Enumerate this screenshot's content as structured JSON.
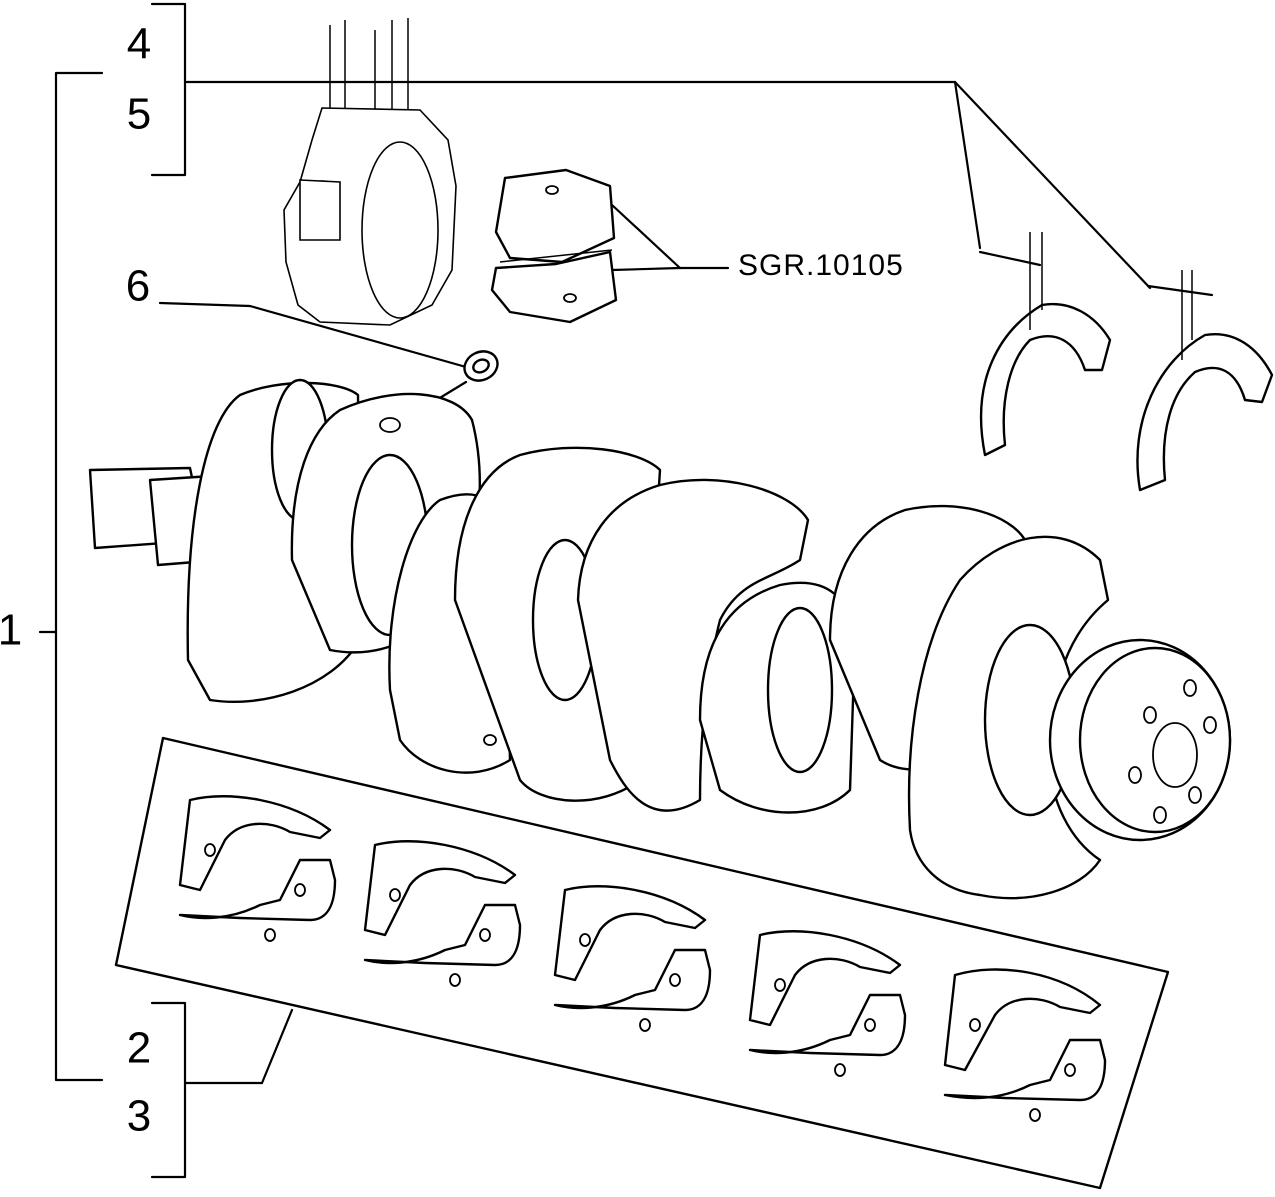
{
  "callouts": {
    "c1": "1",
    "c2": "2",
    "c3": "3",
    "c4": "4",
    "c5": "5",
    "c6": "6"
  },
  "reference": "SGR.10105"
}
